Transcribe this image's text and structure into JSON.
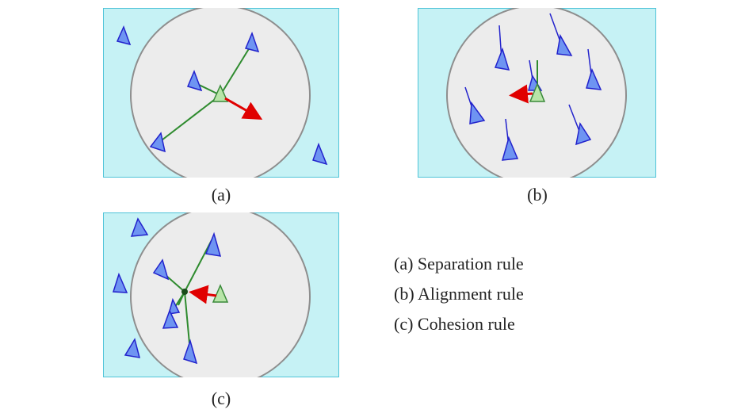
{
  "colors": {
    "background": "#c6f2f5",
    "frame": "#4fc3d8",
    "circle_fill": "#ececec",
    "circle_stroke": "#8e8e8e",
    "neighbor_fill": "#6e94f2",
    "neighbor_stroke": "#2222cc",
    "focal_fill": "#b8e5a8",
    "focal_stroke": "#3a8a3a",
    "link": "#2e8b2e",
    "force_arrow": "#e00000"
  },
  "panels": {
    "a": {
      "caption": "(a)"
    },
    "b": {
      "caption": "(b)"
    },
    "c": {
      "caption": "(c)"
    }
  },
  "legend": {
    "items": [
      "(a) Separation rule",
      "(b) Alignment rule",
      "(c) Cohesion rule"
    ]
  }
}
